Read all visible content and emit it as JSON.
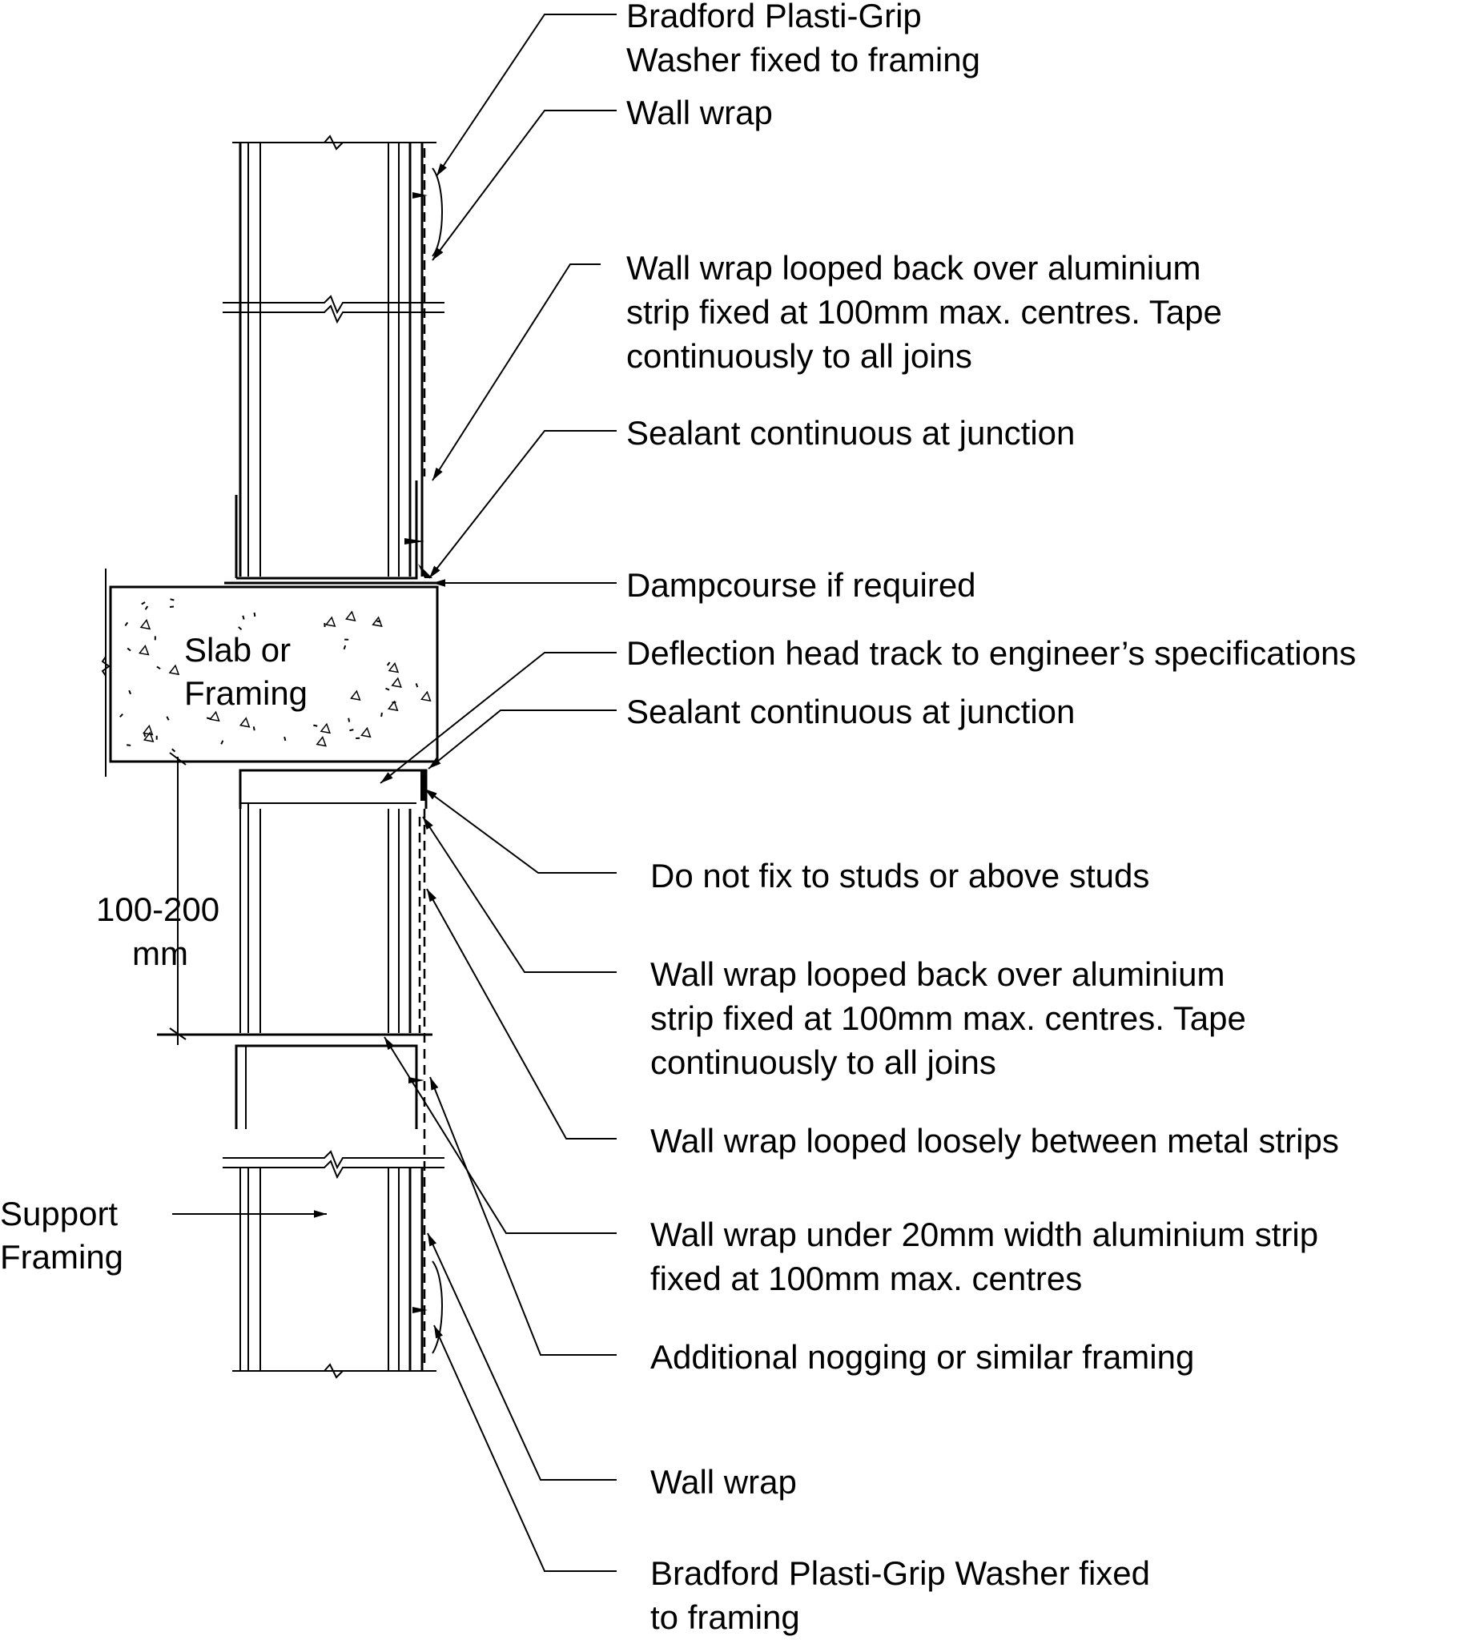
{
  "labels": {
    "upper_washer": [
      "Bradford Plasti-Grip",
      "Washer fixed to framing"
    ],
    "upper_wall_wrap": [
      "Wall wrap"
    ],
    "upper_looped_strip": [
      "Wall wrap looped back over aluminium",
      "strip fixed at 100mm  max. centres. Tape",
      "continuously to all joins"
    ],
    "upper_sealant": [
      "Sealant continuous at junction"
    ],
    "dampcourse": [
      "Dampcourse if required"
    ],
    "deflection_track": [
      "Deflection head track to engineer’s specifications"
    ],
    "lower_sealant": [
      "Sealant continuous at junction"
    ],
    "do_not_fix": [
      "Do not fix to studs or above studs"
    ],
    "lower_looped_strip": [
      "Wall wrap looped back over aluminium",
      "strip fixed at 100mm max. centres. Tape",
      "continuously to all joins"
    ],
    "looped_loosely": [
      "Wall wrap looped loosely between metal strips"
    ],
    "under_strip": [
      "Wall wrap under 20mm width aluminium strip",
      "fixed at 100mm max. centres"
    ],
    "nogging": [
      "Additional nogging or similar framing"
    ],
    "lower_wall_wrap": [
      "Wall wrap"
    ],
    "lower_washer": [
      "Bradford Plasti-Grip Washer fixed",
      "to framing"
    ],
    "slab": [
      "Slab or",
      "Framing"
    ],
    "dimension": [
      "100-200",
      "mm"
    ],
    "support_framing": [
      "Support",
      "Framing"
    ]
  }
}
